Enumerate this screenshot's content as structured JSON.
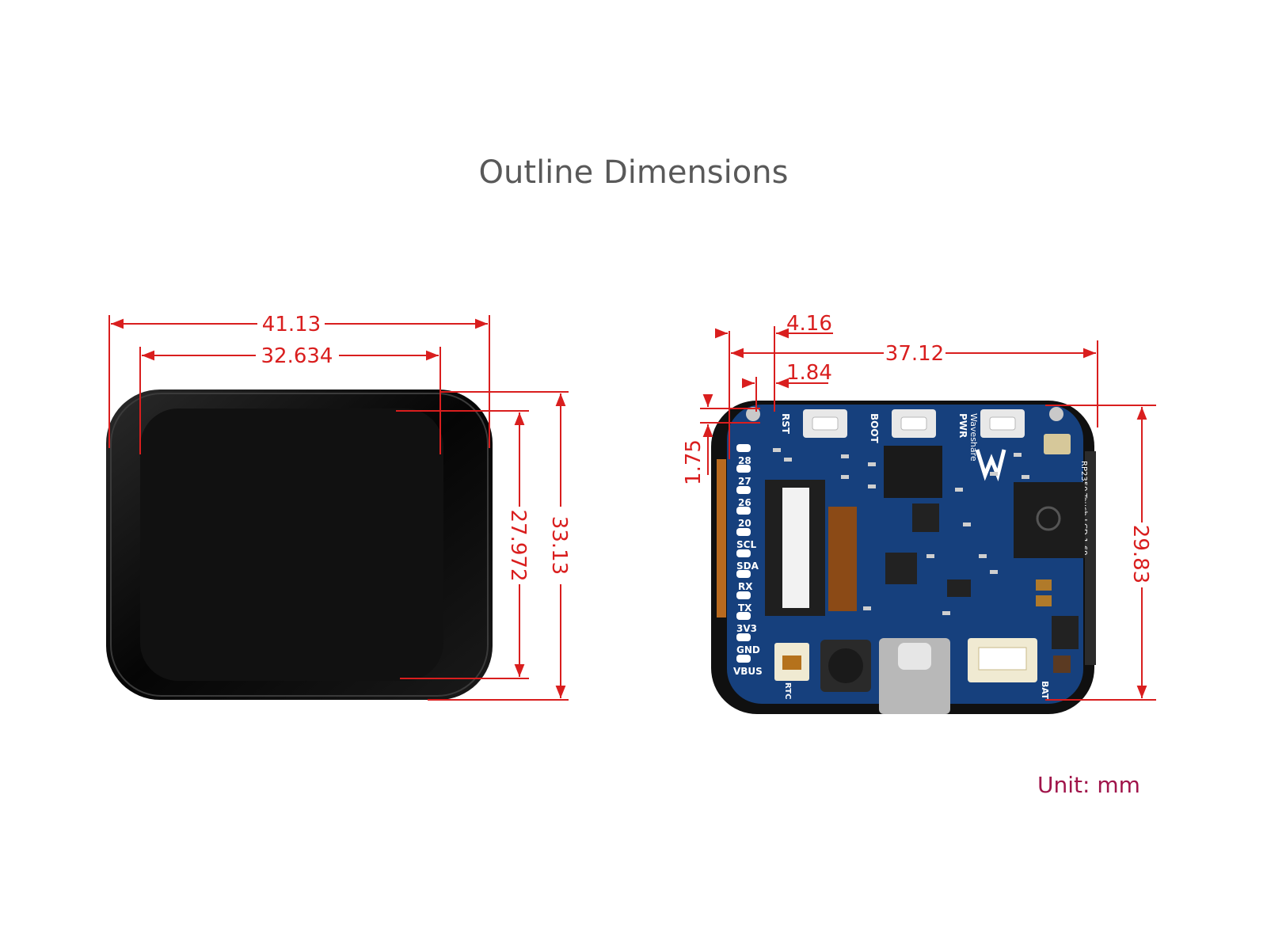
{
  "title": "Outline Dimensions",
  "unit": "Unit: mm",
  "colors": {
    "dimension": "#d91e1e",
    "unit": "#a0144a",
    "title": "#595959",
    "pcb": "#16407d"
  },
  "left_view": {
    "width_outer": "41.13",
    "width_inner": "32.634",
    "height_inner": "27.972",
    "height_outer": "33.13"
  },
  "right_view": {
    "offset_top": "4.16",
    "width": "37.12",
    "offset_small": "1.84",
    "offset_side": "1.75",
    "height": "29.83",
    "pins": [
      "28",
      "27",
      "26",
      "20",
      "SCL",
      "SDA",
      "RX",
      "TX",
      "3V3",
      "GND",
      "VBUS"
    ],
    "silkscreen": {
      "rst": "RST",
      "boot": "BOOT",
      "pwr": "PWR",
      "brand": "Waveshare",
      "model": "RP2350-Touch-LCD-1.69",
      "rtc": "RTC",
      "bat": "BAT"
    }
  }
}
